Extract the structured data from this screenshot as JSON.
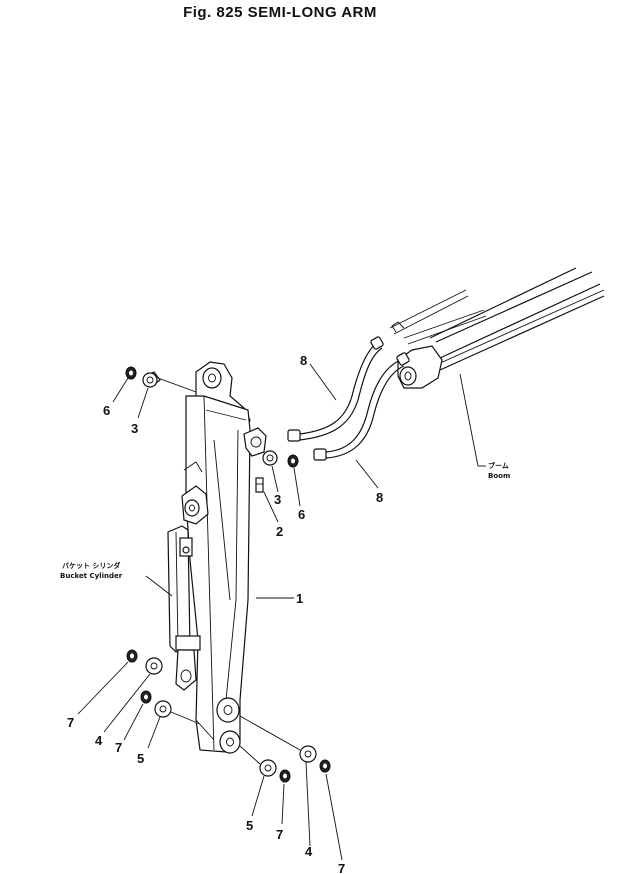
{
  "diagram": {
    "title": "Fig. 825    SEMI-LONG  ARM",
    "callouts": [
      {
        "id": "c6a",
        "text": "6"
      },
      {
        "id": "c3a",
        "text": "3"
      },
      {
        "id": "c8a",
        "text": "8"
      },
      {
        "id": "c3b",
        "text": "3"
      },
      {
        "id": "c6b",
        "text": "6"
      },
      {
        "id": "c2",
        "text": "2"
      },
      {
        "id": "c8b",
        "text": "8"
      },
      {
        "id": "c1",
        "text": "1"
      },
      {
        "id": "c7a",
        "text": "7"
      },
      {
        "id": "c4a",
        "text": "4"
      },
      {
        "id": "c7b",
        "text": "7"
      },
      {
        "id": "c5a",
        "text": "5"
      },
      {
        "id": "c5b",
        "text": "5"
      },
      {
        "id": "c7c",
        "text": "7"
      },
      {
        "id": "c4b",
        "text": "4"
      },
      {
        "id": "c7d",
        "text": "7"
      }
    ],
    "labels": {
      "bucket_cylinder_jp": "バケット シリンダ",
      "bucket_cylinder_en": "Bucket  Cylinder",
      "boom_jp": "ブーム",
      "boom_en": "Boom"
    }
  }
}
